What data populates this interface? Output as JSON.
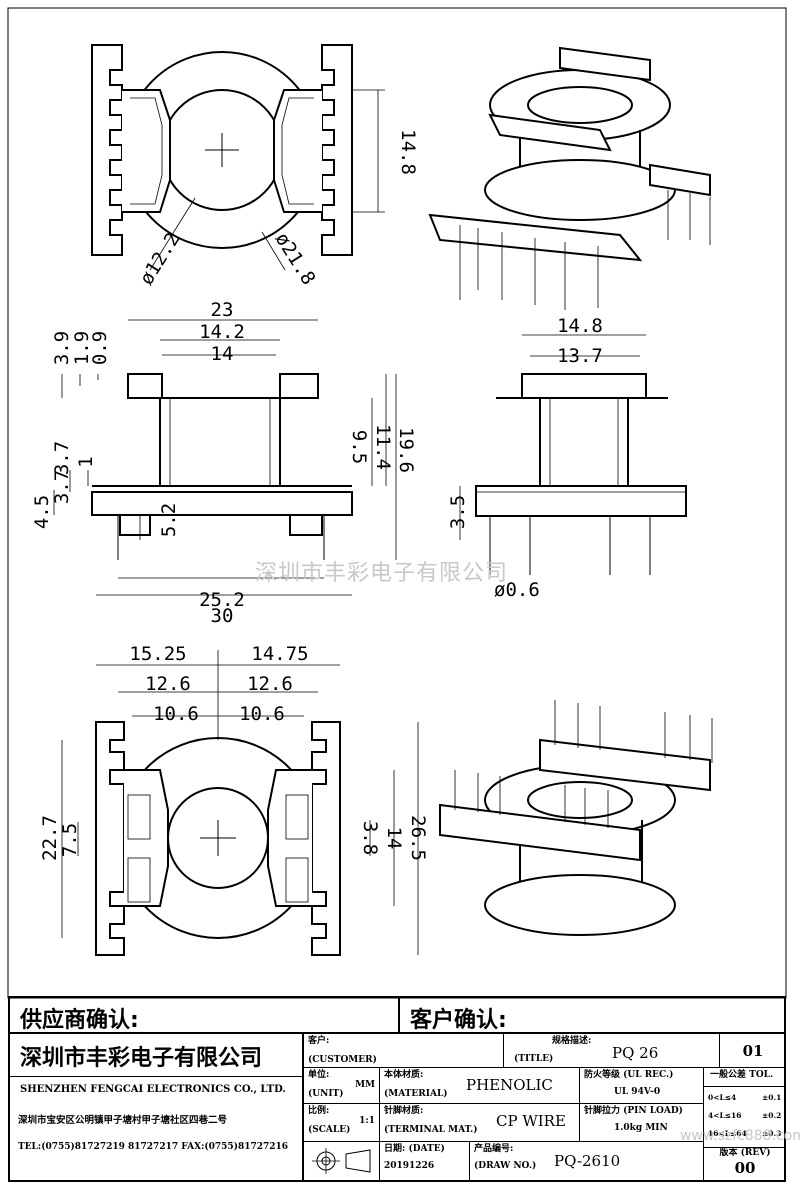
{
  "views": {
    "top": {
      "dims": {
        "d_inner": "ø12.2",
        "d_outer": "ø21.8",
        "h": "14.8"
      }
    },
    "front": {
      "dims": {
        "w_top": "23",
        "w_142": "14.2",
        "w_14": "14",
        "h39": "3.9",
        "h19": "1.9",
        "h09": "0.9",
        "h37": "3.7",
        "h37b": "3.7",
        "h1": "1",
        "h45": "4.5",
        "h52": "5.2",
        "h95": "9.5",
        "h114": "11.4",
        "h196": "19.6",
        "w252": "25.2",
        "w30": "30"
      }
    },
    "side": {
      "dims": {
        "w148": "14.8",
        "w137": "13.7",
        "h35": "3.5",
        "pin": "ø0.6"
      }
    },
    "bottom": {
      "dims": {
        "w1525": "15.25",
        "w1475": "14.75",
        "w126a": "12.6",
        "w126b": "12.6",
        "w106a": "10.6",
        "w106b": "10.6",
        "h227": "22.7",
        "h75": "7.5",
        "h38": "3.8",
        "h14": "14",
        "h265": "26.5"
      }
    }
  },
  "watermark": "深圳市丰彩电子有限公司",
  "watermark2": "www.szfc888.com",
  "title_block": {
    "supplier_confirm": "供应商确认:",
    "customer_confirm": "客户确认:",
    "company_cn": "深圳市丰彩电子有限公司",
    "company_en": "SHENZHEN FENGCAI ELECTRONICS CO., LTD.",
    "address": "深圳市宝安区公明镇甲子塘村甲子塘社区四巷二号",
    "tel": "TEL:(0755)81727219  81727217  FAX:(0755)81727216",
    "customer_label": "客户:",
    "customer_label_en": "(CUSTOMER)",
    "title_label_cn": "规格描述:",
    "title_label_en": "(TITLE)",
    "title_value": "PQ 26",
    "sheet": "01",
    "unit_label": "单位:",
    "unit_label_en": "(UNIT)",
    "unit_value": "MM",
    "material_label": "本体材质:",
    "material_label_en": "(MATERIAL)",
    "material_value": "PHENOLIC",
    "fire_label": "防火等级 (UL REC.)",
    "fire_value": "UL 94V-0",
    "tol_title": "一般公差 TOL.",
    "tol_rows": [
      {
        "range": "0<L≤4",
        "tol": "±0.1"
      },
      {
        "range": "4<L≤16",
        "tol": "±0.2"
      },
      {
        "range": "16<L≤64",
        "tol": "±0.3"
      }
    ],
    "scale_label": "比例:",
    "scale_label_en": "(SCALE)",
    "scale_value": "1:1",
    "terminal_label": "针脚材质:",
    "terminal_label_en": "(TERMINAL MAT.)",
    "terminal_value": "CP WIRE",
    "pin_label": "针脚拉力 (PIN LOAD)",
    "pin_value": "1.0kg MIN",
    "date_label": "日期: (DATE)",
    "date_value": "20191226",
    "drawno_label": "产品编号:",
    "drawno_label_en": "(DRAW NO.)",
    "drawno_value": "PQ-2610",
    "rev_label": "版本 (REV)",
    "rev_value": "00"
  }
}
